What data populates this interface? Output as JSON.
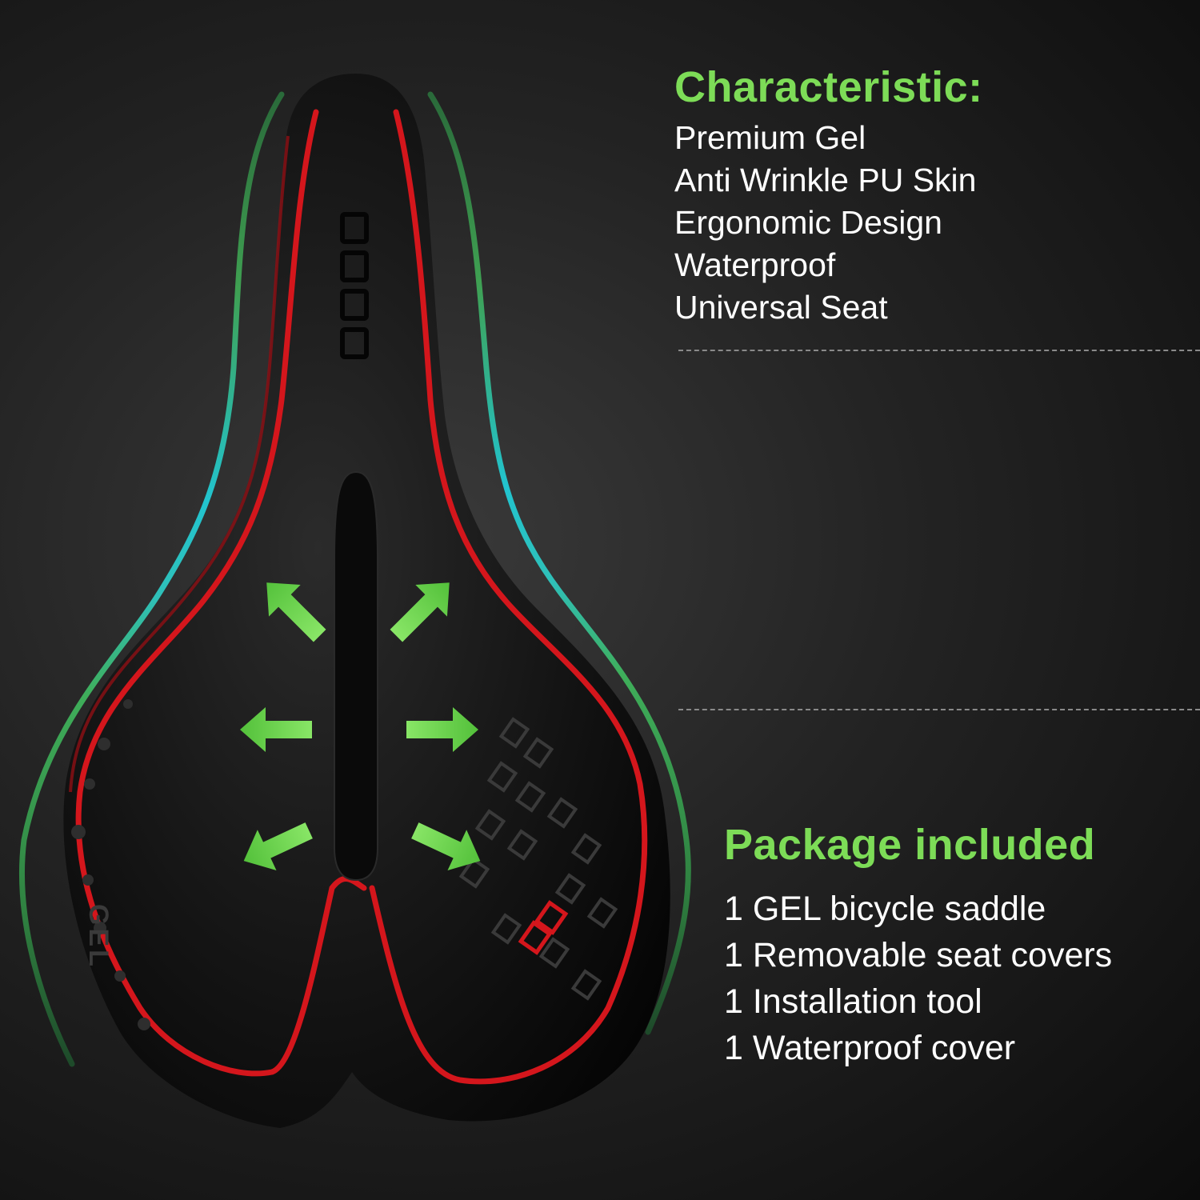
{
  "colors": {
    "accent_green": "#7ddc57",
    "text_white": "#ffffff",
    "trim_red": "#d4161c",
    "contour_teal": "#22c4cf",
    "background": "#1c1c1c"
  },
  "characteristic": {
    "title": "Characteristic:",
    "items": [
      "Premium Gel",
      "Anti Wrinkle PU Skin",
      "Ergonomic Design",
      "Waterproof",
      "Universal Seat"
    ]
  },
  "package": {
    "title": "Package included",
    "items": [
      "1 GEL bicycle saddle",
      "1 Removable seat covers",
      "1 Installation tool",
      "1 Waterproof cover"
    ]
  },
  "saddle": {
    "brand_print": "GEL",
    "pressure_arrow_icon": "double-arrow-icon",
    "logo_icon": "gs-logo-icon"
  }
}
